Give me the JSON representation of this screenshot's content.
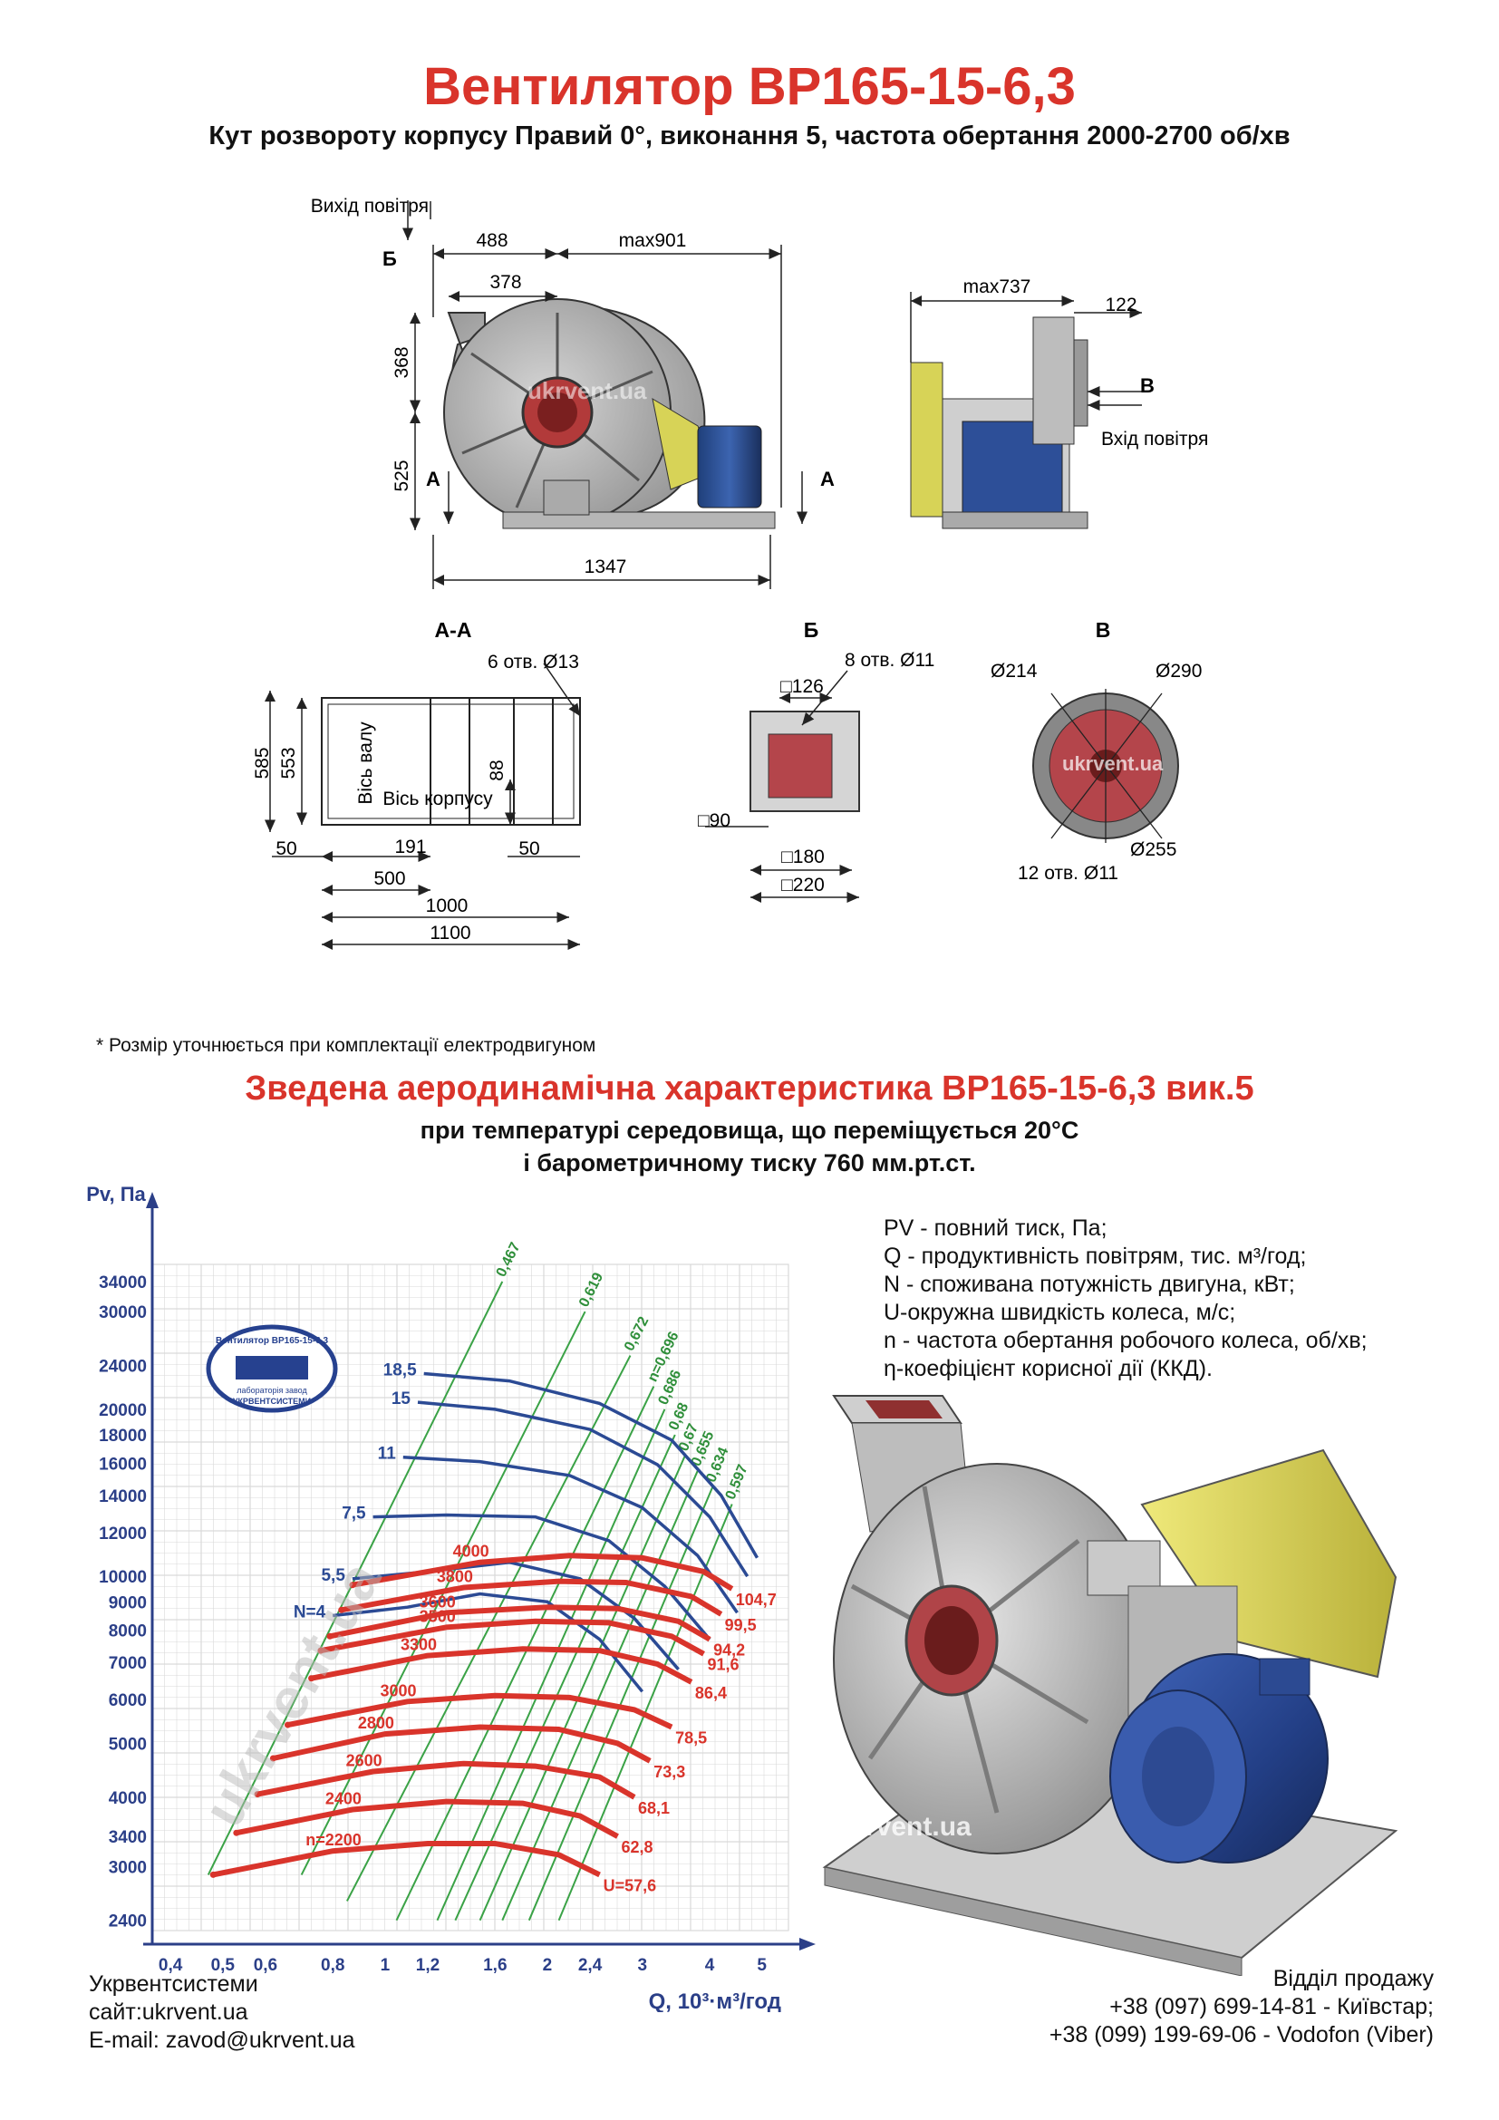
{
  "header": {
    "title": "Вентилятор ВР165-15-6,3",
    "subtitle": "Кут розвороту корпусу Правий 0°, виконання 5, частота обертання 2000-2700 об/хв"
  },
  "drawing": {
    "outlet_label": "Вихід повітря",
    "inlet_label": "Вхід повітря",
    "watermark": "ukrvent.ua",
    "section_marks": {
      "a": "А",
      "b": "Б",
      "v": "В"
    },
    "front_dims": {
      "d488": "488",
      "dmax901": "max901",
      "d378": "378",
      "d368": "368",
      "d525": "525",
      "d1347": "1347"
    },
    "side_dims": {
      "dmax737": "max737",
      "d122": "122"
    },
    "view_aa": {
      "title": "А-А",
      "holes": "6 отв. Ø13",
      "d585": "585",
      "d553": "553",
      "d88": "88",
      "shaft_axis": "Вісь валу",
      "body_axis": "Вісь корпусу",
      "d50a": "50",
      "d191": "191",
      "d50b": "50",
      "d500": "500",
      "d1000": "1000",
      "d1100": "1100"
    },
    "view_b": {
      "title": "Б",
      "holes": "8 отв. Ø11",
      "d126": "□126",
      "d90": "□90",
      "d180": "□180",
      "d220": "□220"
    },
    "view_v": {
      "title": "В",
      "d214": "Ø214",
      "d290": "Ø290",
      "d255": "Ø255",
      "holes": "12 отв. Ø11"
    }
  },
  "footnote": "* Розмір уточнюється при комплектації електродвигуном",
  "chart_section": {
    "title": "Зведена аеродинамічна характеристика ВР165-15-6,3 вик.5",
    "cond1": "при температурі середовища, що переміщується 20°С",
    "cond2": "і барометричному тиску 760 мм.рт.ст."
  },
  "chart_data": {
    "type": "line",
    "ylabel": "Pv, Па",
    "xlabel": "Q, 10³·м³/год",
    "x_scale": "log",
    "y_scale": "log",
    "xlim": [
      0.4,
      5
    ],
    "ylim": [
      2400,
      34000
    ],
    "x_ticks": [
      "0,4",
      "0,5",
      "0,6",
      "0,8",
      "1",
      "1,2",
      "1,6",
      "2",
      "2,4",
      "3",
      "4",
      "5"
    ],
    "x_tick_values": [
      0.4,
      0.5,
      0.6,
      0.8,
      1,
      1.2,
      1.6,
      2,
      2.4,
      3,
      4,
      5
    ],
    "y_ticks": [
      "2400",
      "3000",
      "3400",
      "4000",
      "5000",
      "6000",
      "7000",
      "8000",
      "9000",
      "10000",
      "12000",
      "14000",
      "16000",
      "18000",
      "20000",
      "24000",
      "30000",
      "34000"
    ],
    "y_tick_values": [
      2400,
      3000,
      3400,
      4000,
      5000,
      6000,
      7000,
      8000,
      9000,
      10000,
      12000,
      14000,
      16000,
      18000,
      20000,
      24000,
      30000,
      34000
    ],
    "grid": true,
    "speed_series": [
      {
        "name": "n=2200",
        "u": "U=57,6",
        "x": [
          0.48,
          0.8,
          1.2,
          1.6,
          2.1,
          2.5
        ],
        "y": [
          2900,
          3200,
          3300,
          3300,
          3150,
          2900
        ]
      },
      {
        "name": "2400",
        "u": "62,8",
        "x": [
          0.53,
          0.87,
          1.3,
          1.8,
          2.3,
          2.7
        ],
        "y": [
          3450,
          3800,
          3930,
          3900,
          3700,
          3400
        ]
      },
      {
        "name": "2600",
        "u": "68,1",
        "x": [
          0.58,
          0.95,
          1.4,
          1.9,
          2.5,
          2.9
        ],
        "y": [
          4050,
          4450,
          4600,
          4550,
          4350,
          4000
        ]
      },
      {
        "name": "2800",
        "u": "73,3",
        "x": [
          0.62,
          1.0,
          1.5,
          2.1,
          2.7,
          3.1
        ],
        "y": [
          4700,
          5200,
          5350,
          5300,
          5000,
          4650
        ]
      },
      {
        "name": "3000",
        "u": "78,5",
        "x": [
          0.66,
          1.1,
          1.6,
          2.2,
          2.9,
          3.4
        ],
        "y": [
          5400,
          5950,
          6100,
          6050,
          5750,
          5350
        ]
      },
      {
        "name": "3300",
        "u": "86,4",
        "x": [
          0.73,
          1.2,
          1.8,
          2.5,
          3.2,
          3.7
        ],
        "y": [
          6550,
          7200,
          7400,
          7350,
          6950,
          6450
        ]
      },
      {
        "name": "3500",
        "u": "91,6",
        "x": [
          0.76,
          1.3,
          1.9,
          2.6,
          3.4,
          3.9
        ],
        "y": [
          7350,
          8100,
          8300,
          8250,
          7800,
          7250
        ]
      },
      {
        "name": "3600",
        "u": "94,2",
        "x": [
          0.79,
          1.3,
          2.0,
          2.7,
          3.5,
          4.0
        ],
        "y": [
          7800,
          8600,
          8800,
          8750,
          8300,
          7700
        ]
      },
      {
        "name": "3800",
        "u": "99,5",
        "x": [
          0.83,
          1.4,
          2.1,
          2.8,
          3.7,
          4.2
        ],
        "y": [
          8700,
          9550,
          9800,
          9750,
          9200,
          8550
        ]
      },
      {
        "name": "4000",
        "u": "104,7",
        "x": [
          0.87,
          1.5,
          2.2,
          3.0,
          3.9,
          4.4
        ],
        "y": [
          9650,
          10600,
          10900,
          10800,
          10200,
          9500
        ]
      }
    ],
    "power_series": [
      {
        "name": "N=4",
        "x": [
          0.8,
          1.1,
          1.5,
          2.0,
          2.5,
          3.0
        ],
        "y": [
          8500,
          8800,
          9300,
          9000,
          7700,
          6200
        ]
      },
      {
        "name": "5,5",
        "x": [
          0.87,
          1.2,
          1.7,
          2.3,
          2.9,
          3.5
        ],
        "y": [
          9900,
          10200,
          10600,
          9900,
          8400,
          6800
        ]
      },
      {
        "name": "7,5",
        "x": [
          0.95,
          1.3,
          1.9,
          2.6,
          3.3,
          4.0
        ],
        "y": [
          12800,
          12900,
          12800,
          11600,
          9600,
          7700
        ]
      },
      {
        "name": "11",
        "x": [
          1.08,
          1.5,
          2.2,
          3.0,
          3.8,
          4.5
        ],
        "y": [
          16400,
          16100,
          15200,
          13300,
          10900,
          8600
        ]
      },
      {
        "name": "15",
        "x": [
          1.15,
          1.6,
          2.4,
          3.2,
          4.0,
          4.7
        ],
        "y": [
          20600,
          20000,
          18400,
          15900,
          12800,
          10000
        ]
      },
      {
        "name": "18,5",
        "x": [
          1.18,
          1.7,
          2.5,
          3.4,
          4.2,
          4.9
        ],
        "y": [
          23200,
          22500,
          20500,
          17600,
          14000,
          10800
        ]
      }
    ],
    "efficiency_lines": [
      {
        "name": "0,467",
        "x": [
          0.47,
          1.65
        ],
        "y": [
          2900,
          34000
        ]
      },
      {
        "name": "0,619",
        "x": [
          0.7,
          2.35
        ],
        "y": [
          2900,
          30000
        ]
      },
      {
        "name": "0,672",
        "x": [
          0.85,
          2.85
        ],
        "y": [
          2600,
          25000
        ]
      },
      {
        "name": "n=0,696",
        "x": [
          1.05,
          3.15
        ],
        "y": [
          2400,
          22000
        ]
      },
      {
        "name": "0,686",
        "x": [
          1.25,
          3.3
        ],
        "y": [
          2400,
          20000
        ]
      },
      {
        "name": "0,68",
        "x": [
          1.35,
          3.45
        ],
        "y": [
          2400,
          18000
        ]
      },
      {
        "name": "0,67",
        "x": [
          1.5,
          3.6
        ],
        "y": [
          2400,
          16500
        ]
      },
      {
        "name": "0,655",
        "x": [
          1.65,
          3.8
        ],
        "y": [
          2400,
          15500
        ]
      },
      {
        "name": "0,634",
        "x": [
          1.85,
          4.05
        ],
        "y": [
          2400,
          14500
        ]
      },
      {
        "name": "0,597",
        "x": [
          2.1,
          4.4
        ],
        "y": [
          2400,
          13500
        ]
      }
    ],
    "logo_text": "Вентилятор ВР165-15-6,3",
    "logo_sub1": "лабораторія завод",
    "logo_sub2": "УКРВЕНТСИСТЕМИ"
  },
  "legend": [
    "PV - повний тиск, Па;",
    "Q - продуктивність повітрям, тис. м³/год;",
    "N - споживана потужність двигуна, кВт;",
    "U-окружна швидкість колеса, м/с;",
    "n - частота обертання робочого колеса, об/хв;",
    "η-коефіцієнт корисної дії (ККД)."
  ],
  "render": {
    "watermark": "ukrvent.ua"
  },
  "contacts": {
    "company": "Укрвентсистеми",
    "site": "сайт:ukrvent.ua",
    "email": "E-mail: zavod@ukrvent.ua"
  },
  "sales": {
    "title": "Відділ продажу",
    "phone1": "+38 (097) 699-14-81 - Київстар;",
    "phone2": "+38 (099) 199-69-06 - Vodofon (Viber)"
  }
}
